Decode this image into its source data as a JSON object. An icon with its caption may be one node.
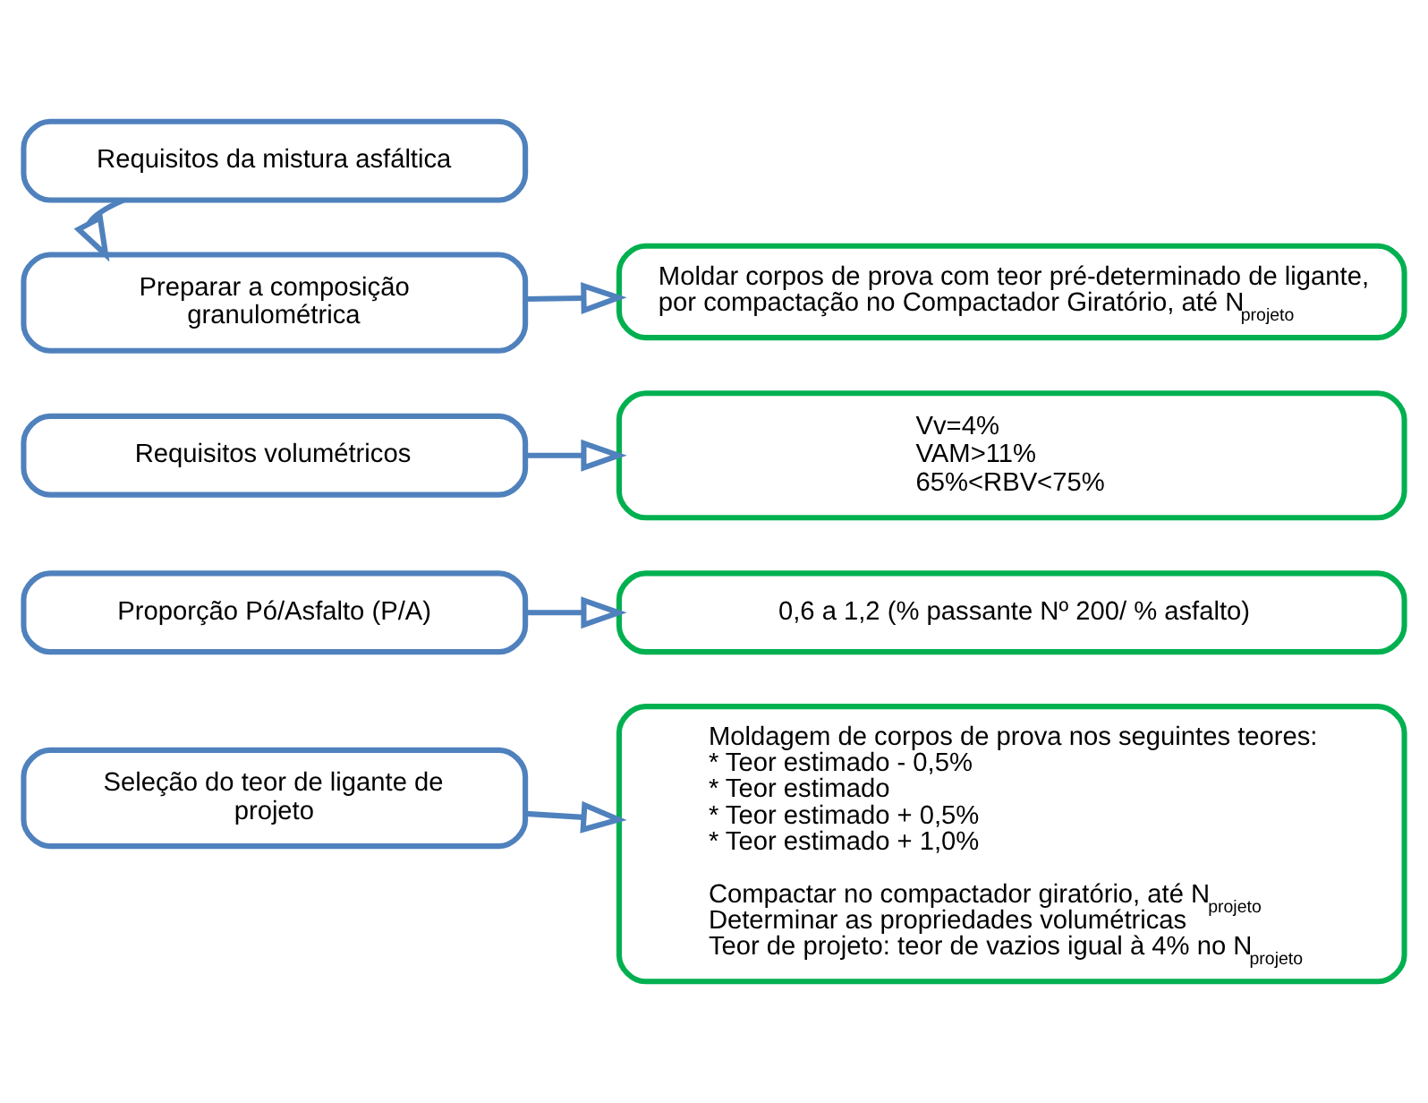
{
  "diagram": {
    "nodes": [
      {
        "text": [
          "Requisitos da mistura asfáltica"
        ]
      },
      {
        "text": [
          "Preparar a composição granulométrica"
        ]
      },
      {
        "text": [
          "Moldar corpos de prova com teor pré-determinado de ligante, por compactação no Compactador Giratório, até N$_{projeto}$"
        ]
      },
      {
        "text": [
          "Requisitos volumétricos"
        ]
      },
      {
        "text": [
          "Vv=4%",
          "VAM>11%",
          "65%<RBV<75%"
        ]
      },
      {
        "text": [
          "Proporção Pó/Asfalto (P/A)"
        ]
      },
      {
        "text": [
          "0,6 a 1,2 (% passante Nº 200/ % asfalto)"
        ]
      },
      {
        "text": [
          "Seleção do teor de ligante de projeto"
        ]
      },
      {
        "text": [
          "Moldagem de corpos de prova nos seguintes teores:",
          "* Teor estimado - 0,5%",
          "* Teor estimado",
          "* Teor estimado + 0,5%",
          "* Teor estimado + 1,0%",
          "Compactar no compactador giratório, até N$_{projeto}$",
          "Determinar as propriedades volumétricas",
          "Teor de projeto: teor de vazios igual à 4% no N$_{projeto}$"
        ]
      }
    ],
    "edges": [
      {
        "from": 0,
        "to": 1,
        "arrow": "to"
      },
      {
        "from": 1,
        "to": 2,
        "arrow": "to"
      },
      {
        "from": 3,
        "to": 4,
        "arrow": "to"
      },
      {
        "from": 5,
        "to": 6,
        "arrow": "to"
      },
      {
        "from": 7,
        "to": 8,
        "arrow": "to"
      }
    ]
  }
}
